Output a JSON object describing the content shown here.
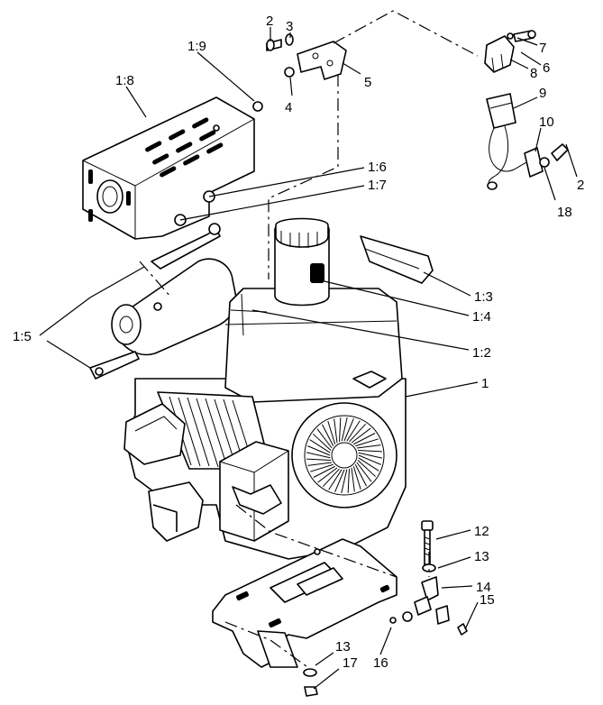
{
  "labels": {
    "l2a": "2",
    "l3": "3",
    "l4": "4",
    "l5": "5",
    "l7": "7",
    "l6": "6",
    "l8": "8",
    "l9": "9",
    "l10": "10",
    "l2b": "2",
    "l18": "18",
    "l1_9": "1:9",
    "l1_8": "1:8",
    "l1_6": "1:6",
    "l1_7": "1:7",
    "l1_5": "1:5",
    "l1_3": "1:3",
    "l1_4": "1:4",
    "l1_2": "1:2",
    "l1": "1",
    "l12": "12",
    "l13a": "13",
    "l14": "14",
    "l15": "15",
    "l16": "16",
    "l13b": "13",
    "l17": "17"
  }
}
